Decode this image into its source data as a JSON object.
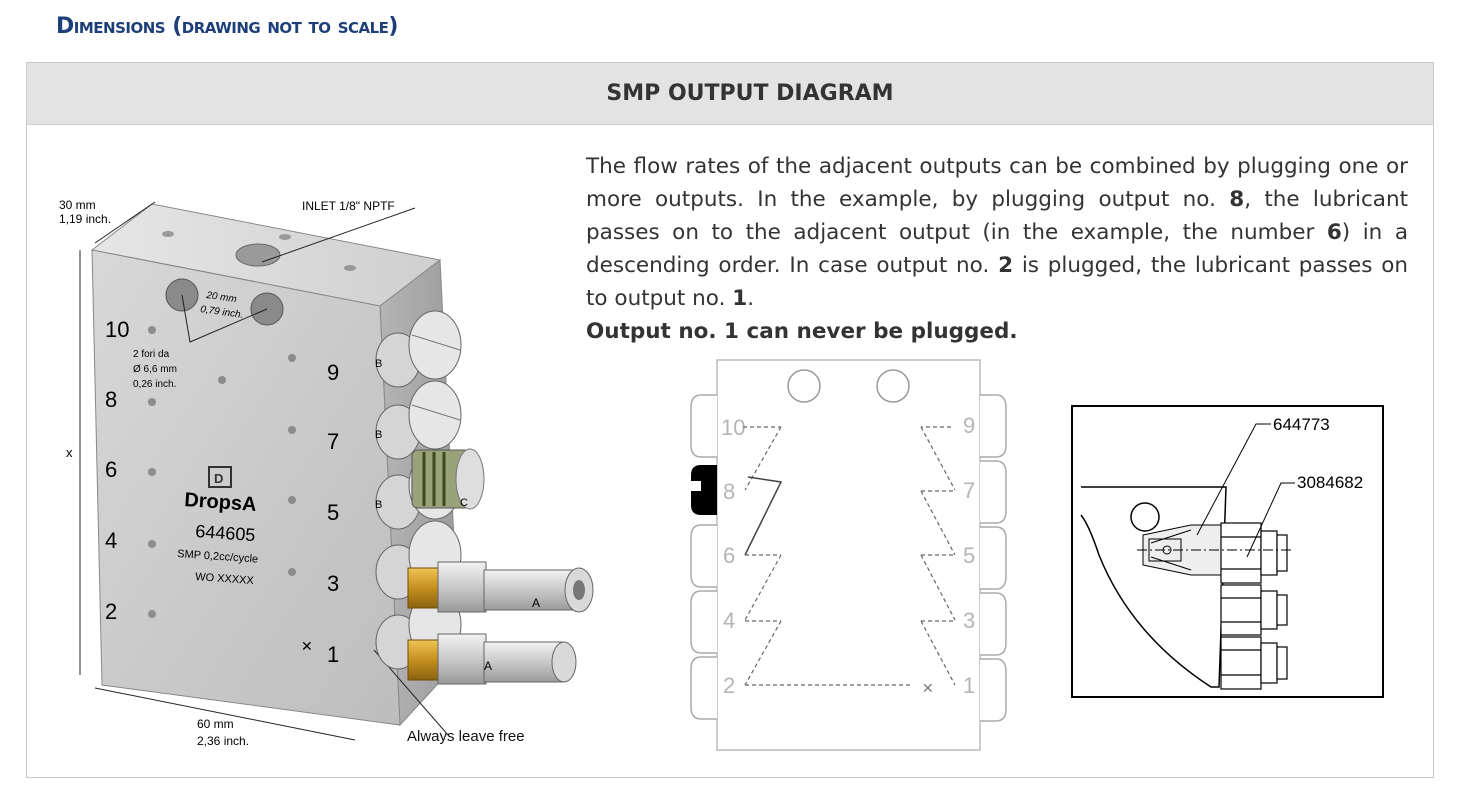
{
  "heading": "Dimensions (drawing not to scale)",
  "panel_title": "SMP OUTPUT DIAGRAM",
  "description": {
    "p1": "The flow rates of the adjacent outputs can be combined by plugging one or more outputs. In the example, by plugging output no. ",
    "b1": "8",
    "p2": ", the lubricant passes on to the adjacent output (in the example, the number ",
    "b2": "6",
    "p3": ") in a descending order. In case output no. ",
    "b3": "2",
    "p4": " is plugged, the lubricant passes on to output no. ",
    "b4": "1",
    "p5": ".",
    "note": "Output no. 1 can never be plugged."
  },
  "drawing": {
    "width_mm": "30 mm",
    "width_inch": "1,19 inch.",
    "inlet": "INLET 1/8\" NPTF",
    "hole_spacing_mm": "20 mm",
    "hole_spacing_inch": "0,79 inch.",
    "holes_line1": "2 fori da",
    "holes_line2": "Ø 6,6 mm",
    "holes_line3": "0,26 inch.",
    "height_label": "x",
    "length_mm": "60 mm",
    "length_inch": "2,36 inch.",
    "brand": "DropsA",
    "part_number": "644605",
    "model": "SMP  0,2cc/cycle",
    "wo": "WO  XXXXX",
    "always_free": "Always leave free",
    "left_outputs": [
      "10",
      "8",
      "6",
      "4",
      "2"
    ],
    "right_outputs": [
      "9",
      "7",
      "5",
      "3",
      "1"
    ],
    "fitting_b": "B",
    "fitting_c": "C",
    "fitting_a": "A"
  },
  "diagram": {
    "left_outputs": [
      "10",
      "8",
      "6",
      "4",
      "2"
    ],
    "right_outputs": [
      "9",
      "7",
      "5",
      "3",
      "1"
    ]
  },
  "detail": {
    "part1": "644773",
    "part2": "3084682"
  }
}
